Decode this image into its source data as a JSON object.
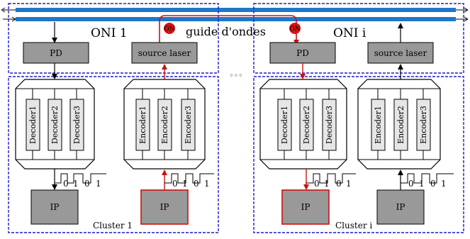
{
  "oni_1": {
    "title": "ONI 1",
    "pd_label": "PD",
    "laser_label": "source laser",
    "laser_status": "ON"
  },
  "oni_i": {
    "title": "ONI i",
    "pd_label": "PD",
    "laser_label": "source laser",
    "laser_status": "ON"
  },
  "waveguide_label": "guide d'ondes",
  "ellipsis": "◦◦◦",
  "cluster_1": {
    "label": "Cluster 1",
    "decoders": [
      "Decoder1",
      "Decoder2",
      "Decoder3"
    ],
    "encoders": [
      "Encoder1",
      "Encoder2",
      "Encoder3"
    ],
    "ip_rx": "IP",
    "ip_tx": "IP",
    "bits_rx": [
      "0",
      "1",
      "0",
      "1"
    ],
    "bits_tx": [
      "0",
      "1",
      "0",
      "1"
    ]
  },
  "cluster_i": {
    "label": "Cluster i",
    "decoders": [
      "Decoder1",
      "Decoder2",
      "Decoder3"
    ],
    "encoders": [
      "Encoder1",
      "Encoder2",
      "Encoder3"
    ],
    "ip_rx": "IP",
    "ip_tx": "IP",
    "bits_rx": [
      "0",
      "1",
      "0",
      "1"
    ],
    "bits_tx": [
      "0",
      "1",
      "0",
      "1"
    ]
  },
  "colors": {
    "waveguide": "#1f77c9",
    "dashed_border": "#1a1acc",
    "active_path": "#cc1111",
    "box_fill": "#999999",
    "block_fill": "#e6e6e6"
  }
}
